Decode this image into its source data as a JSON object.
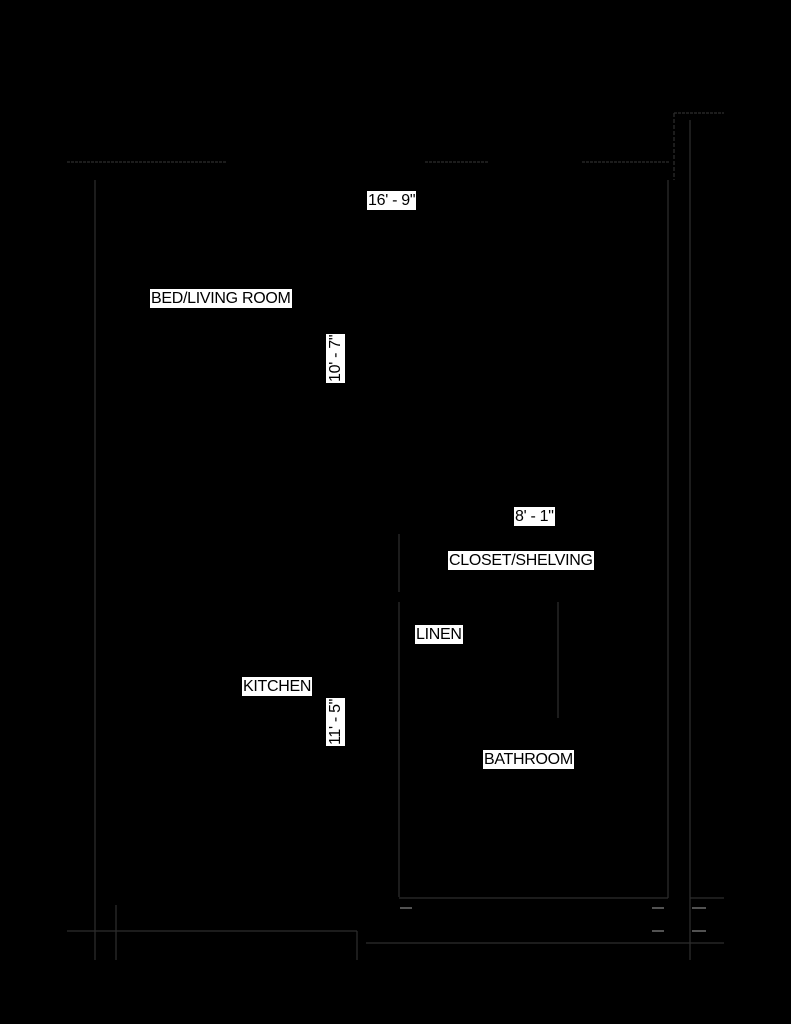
{
  "rooms": {
    "bed_living": "BED/LIVING ROOM",
    "closet": "CLOSET/SHELVING",
    "linen": "LINEN",
    "kitchen": "KITCHEN",
    "bathroom": "BATHROOM"
  },
  "dimensions": {
    "overall_width": "16' - 9\"",
    "bed_living_depth": "10' - 7\"",
    "closet_width": "8' - 1\"",
    "kitchen_depth": "11' - 5\""
  },
  "colors": {
    "background": "#000000",
    "lines": "#2a2a2a",
    "label_bg": "#ffffff"
  }
}
